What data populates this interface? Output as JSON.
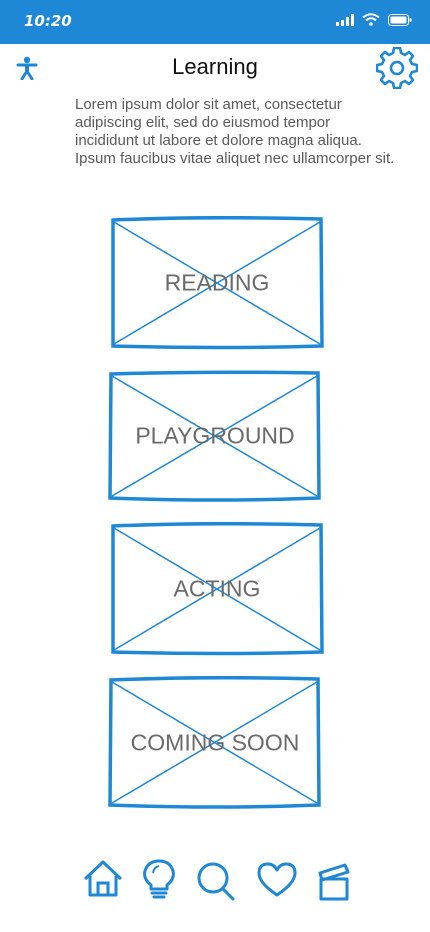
{
  "status": {
    "time": "10:20"
  },
  "header": {
    "title": "Learning"
  },
  "description": "Lorem ipsum dolor sit amet, consectetur adipiscing elit, sed do eiusmod tempor incididunt ut labore et dolore magna aliqua. Ipsum faucibus vitae aliquet nec ullamcorper sit.",
  "cards": [
    {
      "label": "READING"
    },
    {
      "label": "PLAYGROUND"
    },
    {
      "label": "ACTING"
    },
    {
      "label": "COMING SOON"
    }
  ],
  "nav": [
    "home-icon",
    "lightbulb-icon",
    "search-icon",
    "heart-icon",
    "clapperboard-icon"
  ],
  "colors": {
    "accent": "#1e88d6",
    "text": "#5a5a5a",
    "label": "#6a6a6a"
  }
}
